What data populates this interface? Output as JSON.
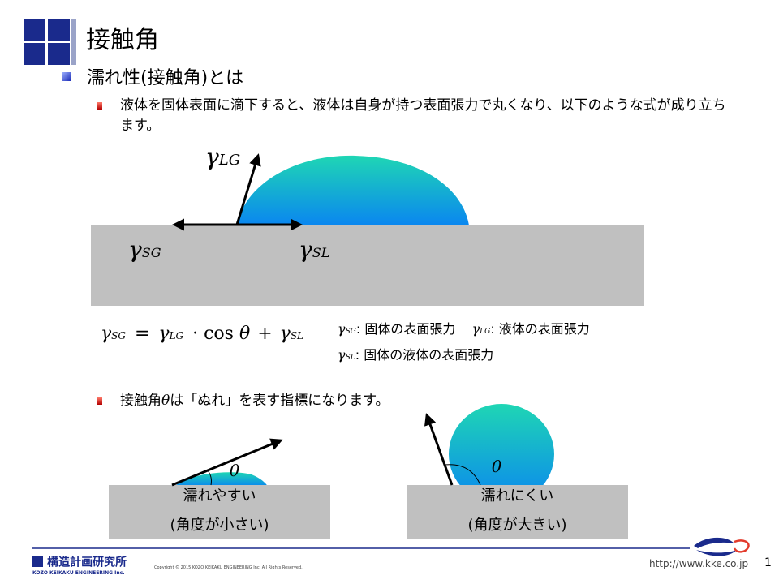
{
  "slide": {
    "title": "接触角",
    "heading": "濡れ性(接触角)とは",
    "bullet1": "液体を固体表面に滴下すると、液体は自身が持つ表面張力で丸くなり、以下のような式が成り立ちます。",
    "bullet2_prefix": "接触角",
    "bullet2_theta": "θ",
    "bullet2_suffix": "は「ぬれ」を表す指標になります。"
  },
  "diagram": {
    "gamma_lg_label": "γ",
    "gamma_lg_sub": "LG",
    "gamma_sg_label": "γ",
    "gamma_sg_sub": "SG",
    "gamma_sl_label": "γ",
    "gamma_sl_sub": "SL"
  },
  "formula": {
    "gamma": "γ",
    "sg": "SG",
    "lg": "LG",
    "sl": "SL",
    "eq": "=",
    "cos": "· cos",
    "theta": "θ",
    "plus": "+"
  },
  "legend": {
    "sg_sub": "SG",
    "sg_text": ": 固体の表面張力",
    "lg_sub": "LG",
    "lg_text": ": 液体の表面張力",
    "sl_sub": "SL",
    "sl_text": ": 固体の液体の表面張力"
  },
  "examples": {
    "left_line1": "濡れやすい",
    "left_line2": "(角度が小さい)",
    "left_theta": "θ",
    "right_line1": "濡れにくい",
    "right_line2": "(角度が大きい)",
    "right_theta": "θ"
  },
  "footer": {
    "company_jp": "構造計画研究所",
    "company_en": "KOZO KEIKAKU ENGINEERING Inc.",
    "copyright": "Copyright © 2015 KOZO KEIKAKU ENGINEERING Inc. All Rights Reserved.",
    "url": "http://www.kke.co.jp",
    "page_number": "1"
  },
  "colors": {
    "logo_blue": "#1a2a8c",
    "solid_gray": "#c0c0c0",
    "drop_top": "#1fd6b4",
    "drop_bottom": "#0a86f0"
  }
}
